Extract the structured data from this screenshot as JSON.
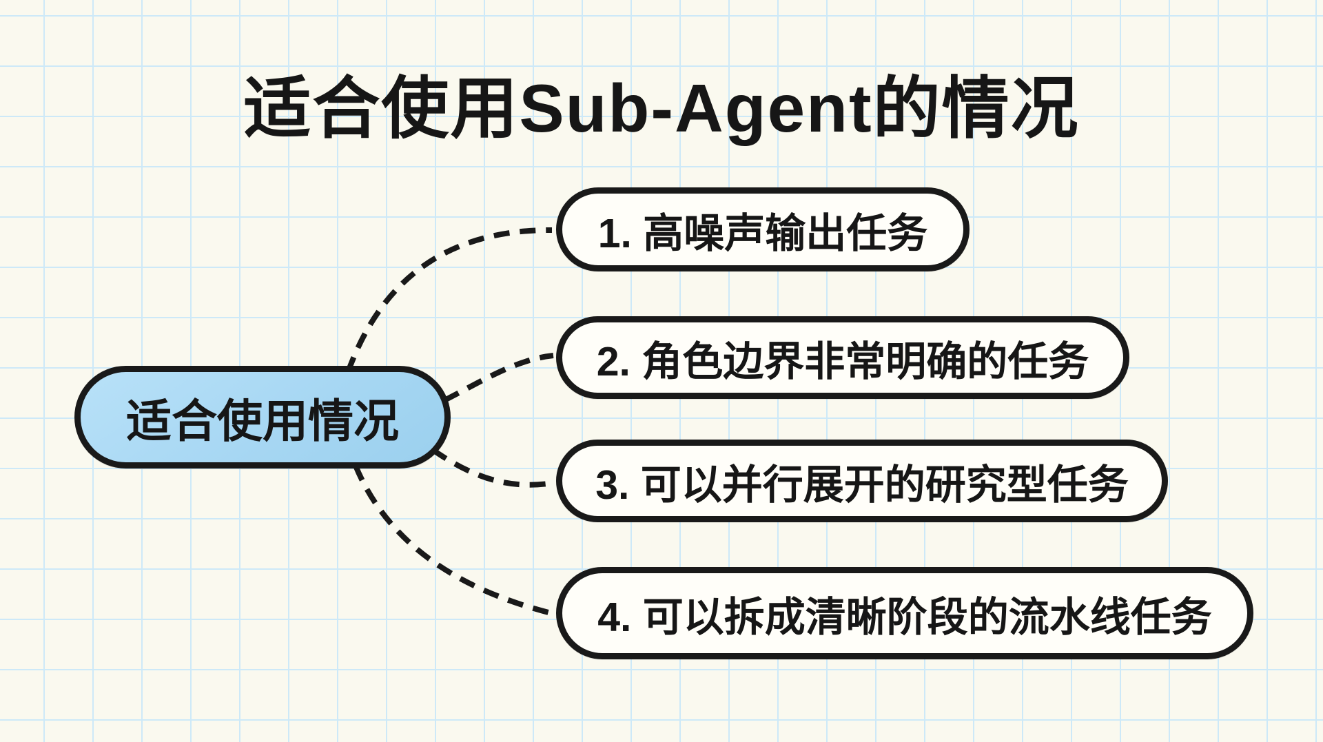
{
  "title": "适合使用Sub-Agent的情况",
  "root": {
    "label": "适合使用情况"
  },
  "branches": [
    {
      "label": "1. 高噪声输出任务"
    },
    {
      "label": "2. 角色边界非常明确的任务"
    },
    {
      "label": "3. 可以并行展开的研究型任务"
    },
    {
      "label": "4. 可以拆成清晰阶段的流水线任务"
    }
  ],
  "colors": {
    "background": "#faf9ef",
    "grid_line": "#cde9f8",
    "node_border": "#191919",
    "branch_fill": "#fffef9",
    "root_fill": "#a7d7f3",
    "text": "#161616"
  }
}
